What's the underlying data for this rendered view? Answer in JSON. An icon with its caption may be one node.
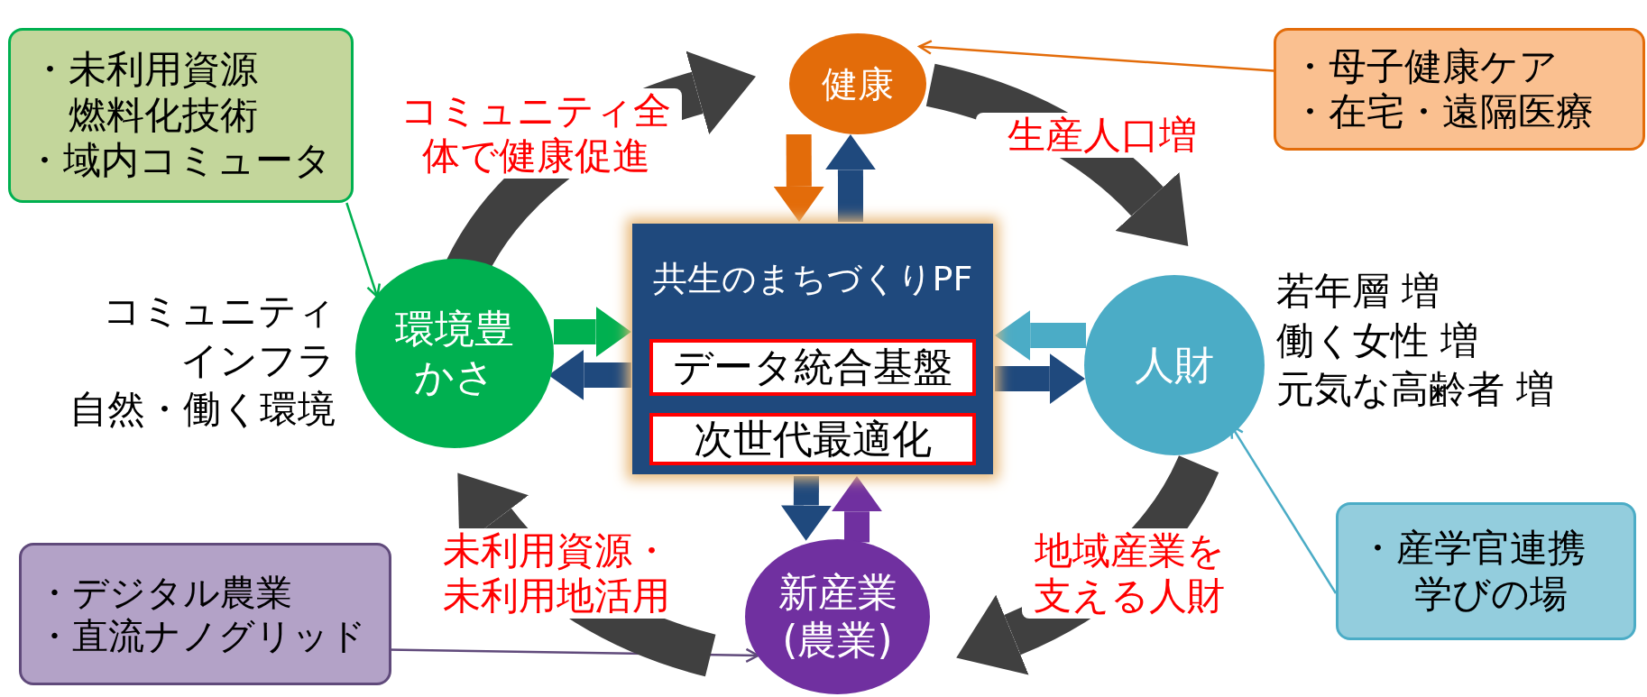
{
  "diagram": {
    "nodes": [
      {
        "text": [
          "健康"
        ]
      },
      {
        "text": [
          "人財"
        ],
        "beside": [
          "若年層 増",
          "働く女性 増",
          "元気な高齢者 増"
        ]
      },
      {
        "text": [
          "新産業(農業)"
        ]
      },
      {
        "text": [
          "環境豊かさ"
        ],
        "beside": [
          "コミュニティ",
          "インフラ",
          "自然・働く環境"
        ]
      },
      {
        "text": [
          "共生のまちづくりPF"
        ]
      },
      {
        "text": [
          "データ統合基盤"
        ],
        "in": 4
      },
      {
        "text": [
          "次世代最適化"
        ],
        "in": 4
      },
      {
        "text": [
          "・未利用資源燃料化技術",
          "・域内コミュータ"
        ]
      },
      {
        "text": [
          "・母子健康ケア",
          "・在宅・遠隔医療"
        ]
      },
      {
        "text": [
          "・産学官連携学びの場"
        ]
      },
      {
        "text": [
          "・デジタル農業",
          "・直流ナノグリッド"
        ]
      }
    ],
    "edges": [
      {
        "from": 8,
        "to": 0,
        "arrow": "to",
        "color": "#e36c0a"
      },
      {
        "from": 7,
        "to": 3,
        "arrow": "to",
        "color": "#00b050"
      },
      {
        "from": 9,
        "to": 1,
        "arrow": "to",
        "color": "#4bacc6"
      },
      {
        "from": 10,
        "to": 2,
        "arrow": "to",
        "color": "#604a7b"
      },
      {
        "from": 3,
        "to": 0,
        "arrow": "to",
        "label": "コミュニティ全体で健康促進",
        "color": "#404040"
      },
      {
        "from": 0,
        "to": 1,
        "arrow": "to",
        "label": "生産人口増",
        "color": "#404040"
      },
      {
        "from": 1,
        "to": 2,
        "arrow": "to",
        "label": "地域産業を支える人財",
        "color": "#404040"
      },
      {
        "from": 2,
        "to": 3,
        "arrow": "to",
        "label": "未利用資源・未利用地活用",
        "color": "#404040"
      },
      {
        "from": 0,
        "to": 4,
        "arrow": "to",
        "color": "#e36c0a"
      },
      {
        "from": 4,
        "to": 0,
        "arrow": "to",
        "color": "#1f497d"
      },
      {
        "from": 3,
        "to": 4,
        "arrow": "to",
        "color": "#00b050"
      },
      {
        "from": 4,
        "to": 3,
        "arrow": "to",
        "color": "#1f497d"
      },
      {
        "from": 1,
        "to": 4,
        "arrow": "to",
        "color": "#4bacc6"
      },
      {
        "from": 4,
        "to": 1,
        "arrow": "to",
        "color": "#1f497d"
      },
      {
        "from": 4,
        "to": 2,
        "arrow": "to",
        "color": "#1f497d"
      },
      {
        "from": 2,
        "to": 4,
        "arrow": "to",
        "color": "#7030a0"
      }
    ]
  }
}
